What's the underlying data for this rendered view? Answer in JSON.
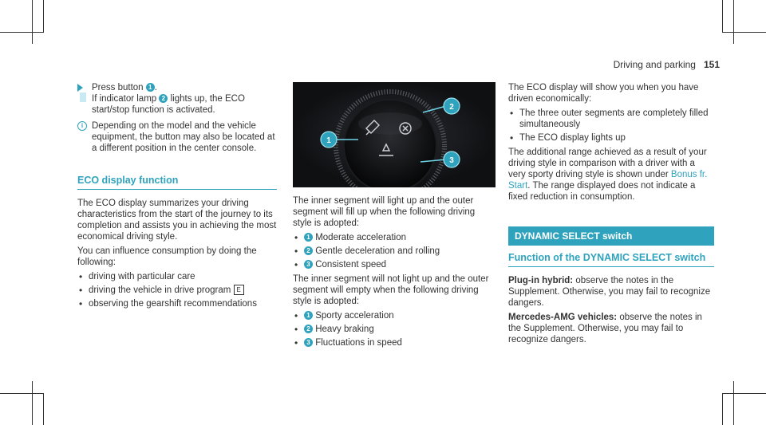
{
  "header": {
    "section": "Driving and parking",
    "page_number": "151"
  },
  "col1": {
    "step_text_a": "Press button",
    "step_text_b": ".",
    "step_text_c": "If indicator lamp",
    "step_text_d": "lights up, the ECO start/stop function is activated.",
    "note": "Depending on the model and the vehicle equipment, the button may also be located at a different position in the center console.",
    "heading": "ECO display function",
    "para1": "The ECO display summarizes your driving characteristics from the start of the journey to its completion and assists you in achieving the most economical driving style.",
    "para2": "You can influence consumption by doing the following:",
    "bullets": [
      "driving with particular care",
      "driving the vehicle in drive program",
      "observing the gearshift recommendations"
    ],
    "drive_program_symbol": "E"
  },
  "col2": {
    "callouts": [
      "1",
      "2",
      "3"
    ],
    "para1": "The inner segment will light up and the outer segment will fill up when the following driving style is adopted:",
    "list1": [
      "Moderate acceleration",
      "Gentle deceleration and rolling",
      "Consistent speed"
    ],
    "para2": "The inner segment will not light up and the outer segment will empty when the following driving style is adopted:",
    "list2": [
      "Sporty acceleration",
      "Heavy braking",
      "Fluctuations in speed"
    ]
  },
  "col3": {
    "para1": "The ECO display will show you when you have driven economically:",
    "bullets": [
      "The three outer segments are completely filled simultaneously",
      "The ECO display lights up"
    ],
    "para2a": "The additional range achieved as a result of your driving style in comparison with a driver with a very sporty driving style is shown under",
    "para2_link": "Bonus fr. Start",
    "para2b": ". The range displayed does not indicate a fixed reduction in consumption.",
    "banner": "DYNAMIC SELECT switch",
    "heading": "Function of the DYNAMIC SELECT switch",
    "hybrid_label": "Plug-in hybrid:",
    "hybrid_text": "observe the notes in the Supplement. Otherwise, you may fail to recognize dangers.",
    "amg_label": "Mercedes-AMG vehicles:",
    "amg_text": "observe the notes in the Supplement. Otherwise, you may fail to recognize dangers."
  },
  "colors": {
    "accent": "#2fa3bd",
    "text": "#333333",
    "figure_bg": "#0f1012"
  }
}
